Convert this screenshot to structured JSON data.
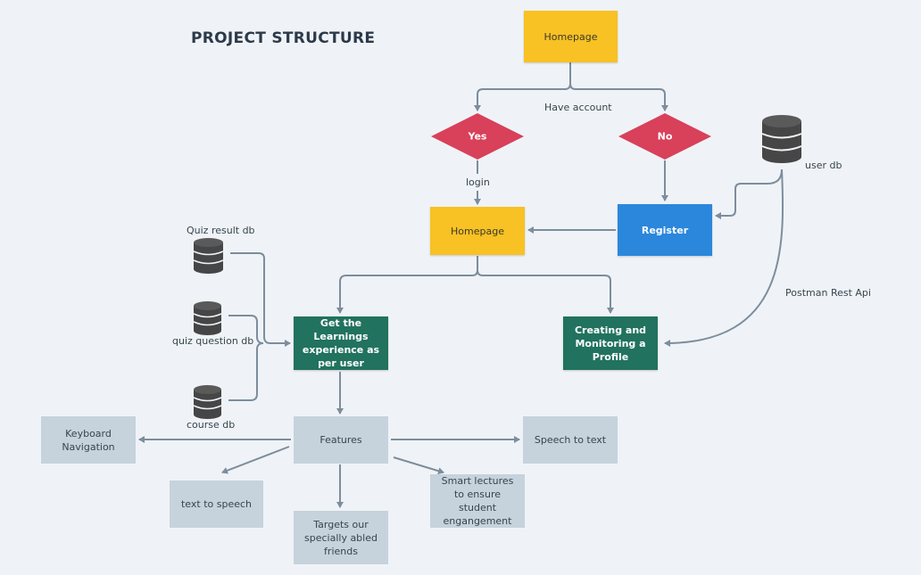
{
  "title": "PROJECT STRUCTURE",
  "nodes": {
    "homepage_top": "Homepage",
    "yes": "Yes",
    "no": "No",
    "homepage_mid": "Homepage",
    "register": "Register",
    "learnings": "Get the Learnings experience as per user",
    "profile": "Creating and Monitoring a Profile",
    "features": "Features",
    "keyboard": "Keyboard Navigation",
    "speech_to_text": "Speech to text",
    "text_to_speech": "text to speech",
    "targets": "Targets our specially abled friends",
    "smart_lectures": "Smart lectures to ensure student engangement"
  },
  "labels": {
    "have_account": "Have  account",
    "login": "login",
    "user_db": "user db",
    "postman": "Postman Rest Api",
    "quiz_result_db": "Quiz result db",
    "quiz_question_db": "quiz question db",
    "course_db": "course db"
  },
  "colors": {
    "yellow": "#f8c124",
    "red": "#d9405a",
    "blue": "#2b87dc",
    "green": "#21725f",
    "grey": "#c6d2dc",
    "arrow": "#7d8d9c",
    "db": "#464646"
  },
  "icons": [
    "database-icon"
  ]
}
